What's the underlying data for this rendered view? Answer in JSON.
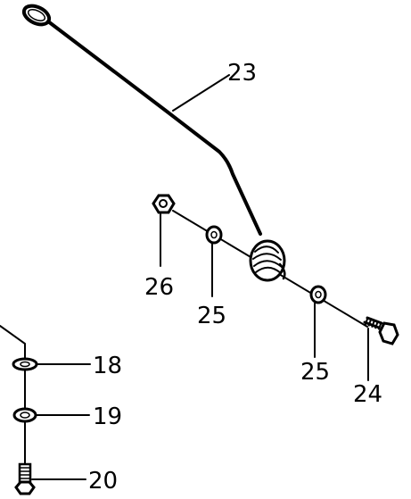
{
  "callouts": {
    "spring_rod": "23",
    "bolt": "24",
    "washer_a": "25",
    "washer_b": "25",
    "nut": "26",
    "washer_18": "18",
    "washer_19": "19",
    "bolt_20": "20"
  }
}
